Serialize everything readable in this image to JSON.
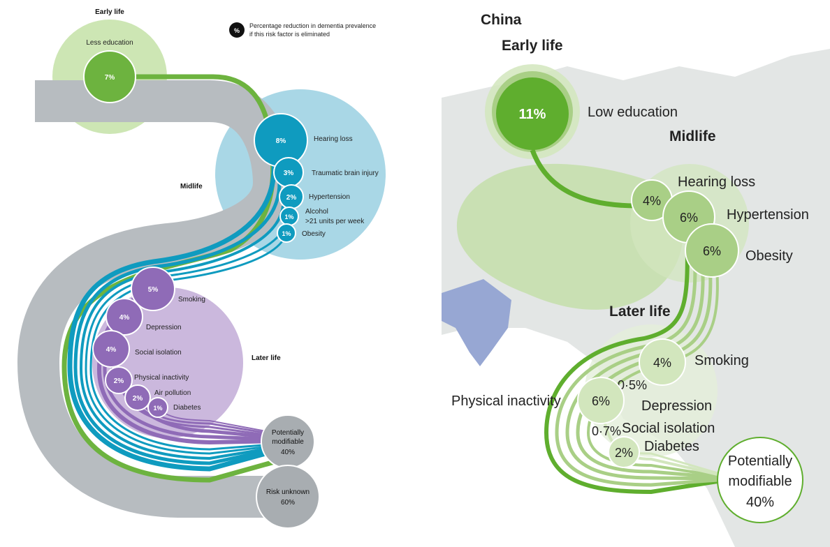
{
  "left": {
    "legend": {
      "symbol": "%",
      "line1": "Percentage reduction in dementia prevalence",
      "line2": "if this risk factor is eliminated"
    },
    "stage_labels": {
      "early": "Early life",
      "mid": "Midlife",
      "late": "Later life"
    },
    "early": [
      {
        "pct": "7%",
        "label": "Less education"
      }
    ],
    "mid": [
      {
        "pct": "8%",
        "label": "Hearing loss"
      },
      {
        "pct": "3%",
        "label": "Traumatic brain injury"
      },
      {
        "pct": "2%",
        "label": "Hypertension"
      },
      {
        "pct": "1%",
        "label": "Alcohol",
        "label2": ">21 units per week"
      },
      {
        "pct": "1%",
        "label": "Obesity"
      }
    ],
    "late": [
      {
        "pct": "5%",
        "label": "Smoking"
      },
      {
        "pct": "4%",
        "label": "Depression"
      },
      {
        "pct": "4%",
        "label": "Social isolation"
      },
      {
        "pct": "2%",
        "label": "Physical inactivity"
      },
      {
        "pct": "2%",
        "label": "Air pollution"
      },
      {
        "pct": "1%",
        "label": "Diabetes"
      }
    ],
    "outcomes": {
      "modifiable": {
        "line1": "Potentially",
        "line2": "modifiable",
        "line3": "40%"
      },
      "unknown": {
        "line1": "Risk unknown",
        "line2": "60%"
      }
    },
    "colors": {
      "early_bg": "#cde6b4",
      "early_circle": "#6db33f",
      "mid_bg": "#a9d7e6",
      "mid_circle": "#0f9bbf",
      "late_bg": "#cbb8dd",
      "late_circle": "#8f6bb7",
      "band": "#b7bcc0",
      "outcome": "#a8adb1"
    }
  },
  "right": {
    "title": "China",
    "stage_labels": {
      "early": "Early life",
      "mid": "Midlife",
      "late": "Later life"
    },
    "early": [
      {
        "pct": "11%",
        "label": "Low education"
      }
    ],
    "mid": [
      {
        "pct": "4%",
        "label": "Hearing loss"
      },
      {
        "pct": "6%",
        "label": "Hypertension"
      },
      {
        "pct": "6%",
        "label": "Obesity"
      }
    ],
    "late": [
      {
        "pct": "4%",
        "label": "Smoking"
      },
      {
        "pct": "0·5%",
        "label": "Physical inactivity"
      },
      {
        "pct": "6%",
        "label": "Depression"
      },
      {
        "pct": "0·7%",
        "label": "Social isolation"
      },
      {
        "pct": "2%",
        "label": "Diabetes"
      }
    ],
    "outcome": {
      "line1": "Potentially",
      "line2": "modifiable",
      "line3": "40%"
    },
    "colors": {
      "map_land": "#e3e6e5",
      "map_china": "#c9e0b3",
      "map_india": "#97a7d3",
      "dark_green": "#5fae2e",
      "mid_green": "#a9cf86",
      "light_green": "#d2e6bd"
    }
  }
}
